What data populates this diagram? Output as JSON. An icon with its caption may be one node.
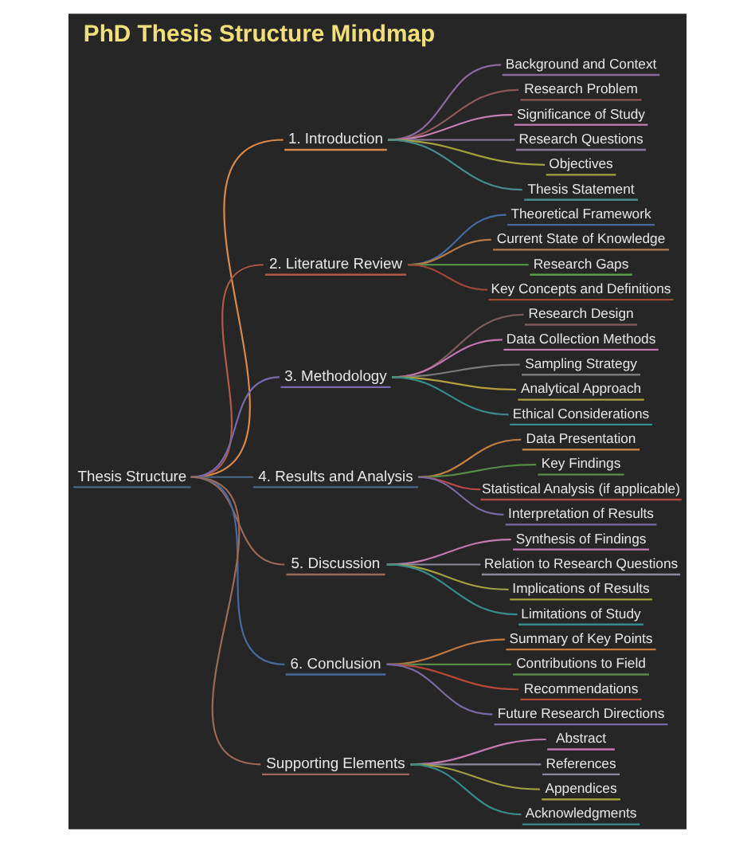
{
  "diagram": {
    "title": "PhD Thesis Structure Mindmap",
    "nodes": [
      {
        "text": [
          "Thesis Structure"
        ]
      },
      {
        "text": [
          "1. Introduction"
        ]
      },
      {
        "text": [
          "Background and Context"
        ]
      },
      {
        "text": [
          "Research Problem"
        ]
      },
      {
        "text": [
          "Significance of Study"
        ]
      },
      {
        "text": [
          "Research Questions"
        ]
      },
      {
        "text": [
          "Objectives"
        ]
      },
      {
        "text": [
          "Thesis Statement"
        ]
      },
      {
        "text": [
          "2. Literature Review"
        ]
      },
      {
        "text": [
          "Theoretical Framework"
        ]
      },
      {
        "text": [
          "Current State of Knowledge"
        ]
      },
      {
        "text": [
          "Research Gaps"
        ]
      },
      {
        "text": [
          "Key Concepts and Definitions"
        ]
      },
      {
        "text": [
          "3. Methodology"
        ]
      },
      {
        "text": [
          "Research Design"
        ]
      },
      {
        "text": [
          "Data Collection Methods"
        ]
      },
      {
        "text": [
          "Sampling Strategy"
        ]
      },
      {
        "text": [
          "Analytical Approach"
        ]
      },
      {
        "text": [
          "Ethical Considerations"
        ]
      },
      {
        "text": [
          "4. Results and Analysis"
        ]
      },
      {
        "text": [
          "Data Presentation"
        ]
      },
      {
        "text": [
          "Key Findings"
        ]
      },
      {
        "text": [
          "Statistical Analysis (if applicable)"
        ]
      },
      {
        "text": [
          "Interpretation of Results"
        ]
      },
      {
        "text": [
          "5. Discussion"
        ]
      },
      {
        "text": [
          "Synthesis of Findings"
        ]
      },
      {
        "text": [
          "Relation to Research Questions"
        ]
      },
      {
        "text": [
          "Implications of Results"
        ]
      },
      {
        "text": [
          "Limitations of Study"
        ]
      },
      {
        "text": [
          "6. Conclusion"
        ]
      },
      {
        "text": [
          "Summary of Key Points"
        ]
      },
      {
        "text": [
          "Contributions to Field"
        ]
      },
      {
        "text": [
          "Recommendations"
        ]
      },
      {
        "text": [
          "Future Research Directions"
        ]
      },
      {
        "text": [
          "Supporting Elements"
        ]
      },
      {
        "text": [
          "Abstract"
        ]
      },
      {
        "text": [
          "References"
        ]
      },
      {
        "text": [
          "Appendices"
        ]
      },
      {
        "text": [
          "Acknowledgments"
        ]
      }
    ],
    "edges": [
      {
        "from": 0,
        "to": 1,
        "arrow": "none",
        "color": "#d98a4a"
      },
      {
        "from": 1,
        "to": 2,
        "arrow": "none",
        "color": "#8a6a9a"
      },
      {
        "from": 1,
        "to": 3,
        "arrow": "none",
        "color": "#8a5a5a"
      },
      {
        "from": 1,
        "to": 4,
        "arrow": "none",
        "color": "#c080b0"
      },
      {
        "from": 1,
        "to": 5,
        "arrow": "none",
        "color": "#8a7a9a"
      },
      {
        "from": 1,
        "to": 6,
        "arrow": "none",
        "color": "#a0a040"
      },
      {
        "from": 1,
        "to": 7,
        "arrow": "none",
        "color": "#4a8a8a"
      },
      {
        "from": 0,
        "to": 8,
        "arrow": "none",
        "color": "#b05a4a"
      },
      {
        "from": 8,
        "to": 9,
        "arrow": "none",
        "color": "#4a6a9a"
      },
      {
        "from": 8,
        "to": 10,
        "arrow": "none",
        "color": "#b07a4a"
      },
      {
        "from": 8,
        "to": 11,
        "arrow": "none",
        "color": "#5a9a4a"
      },
      {
        "from": 8,
        "to": 12,
        "arrow": "none",
        "color": "#9a4a3a"
      },
      {
        "from": 0,
        "to": 13,
        "arrow": "none",
        "color": "#7a6aaa"
      },
      {
        "from": 13,
        "to": 14,
        "arrow": "none",
        "color": "#7a5a5a"
      },
      {
        "from": 13,
        "to": 15,
        "arrow": "none",
        "color": "#c07ab0"
      },
      {
        "from": 13,
        "to": 16,
        "arrow": "none",
        "color": "#7a7a7a"
      },
      {
        "from": 13,
        "to": 17,
        "arrow": "none",
        "color": "#b0a040"
      },
      {
        "from": 13,
        "to": 18,
        "arrow": "none",
        "color": "#3a8a8a"
      },
      {
        "from": 0,
        "to": 19,
        "arrow": "none",
        "color": "#4a6a8a"
      },
      {
        "from": 19,
        "to": 20,
        "arrow": "none",
        "color": "#c08040"
      },
      {
        "from": 19,
        "to": 21,
        "arrow": "none",
        "color": "#5a8a4a"
      },
      {
        "from": 19,
        "to": 22,
        "arrow": "none",
        "color": "#b04a4a"
      },
      {
        "from": 19,
        "to": 23,
        "arrow": "none",
        "color": "#7a6aa0"
      },
      {
        "from": 0,
        "to": 24,
        "arrow": "none",
        "color": "#9a6a5a"
      },
      {
        "from": 24,
        "to": 25,
        "arrow": "none",
        "color": "#c07ab0"
      },
      {
        "from": 24,
        "to": 26,
        "arrow": "none",
        "color": "#8a8a9a"
      },
      {
        "from": 24,
        "to": 27,
        "arrow": "none",
        "color": "#a0a040"
      },
      {
        "from": 24,
        "to": 28,
        "arrow": "none",
        "color": "#3a8a8a"
      },
      {
        "from": 0,
        "to": 29,
        "arrow": "none",
        "color": "#4a6a9a"
      },
      {
        "from": 29,
        "to": 30,
        "arrow": "none",
        "color": "#c07a40"
      },
      {
        "from": 29,
        "to": 31,
        "arrow": "none",
        "color": "#5a8a4a"
      },
      {
        "from": 29,
        "to": 32,
        "arrow": "none",
        "color": "#b04a3a"
      },
      {
        "from": 29,
        "to": 33,
        "arrow": "none",
        "color": "#7a6aa0"
      },
      {
        "from": 0,
        "to": 34,
        "arrow": "none",
        "color": "#9a6a5a"
      },
      {
        "from": 34,
        "to": 35,
        "arrow": "none",
        "color": "#c07ab0"
      },
      {
        "from": 34,
        "to": 36,
        "arrow": "none",
        "color": "#8a8a9a"
      },
      {
        "from": 34,
        "to": 37,
        "arrow": "none",
        "color": "#a0a040"
      },
      {
        "from": 34,
        "to": 38,
        "arrow": "none",
        "color": "#3a8a8a"
      }
    ]
  }
}
